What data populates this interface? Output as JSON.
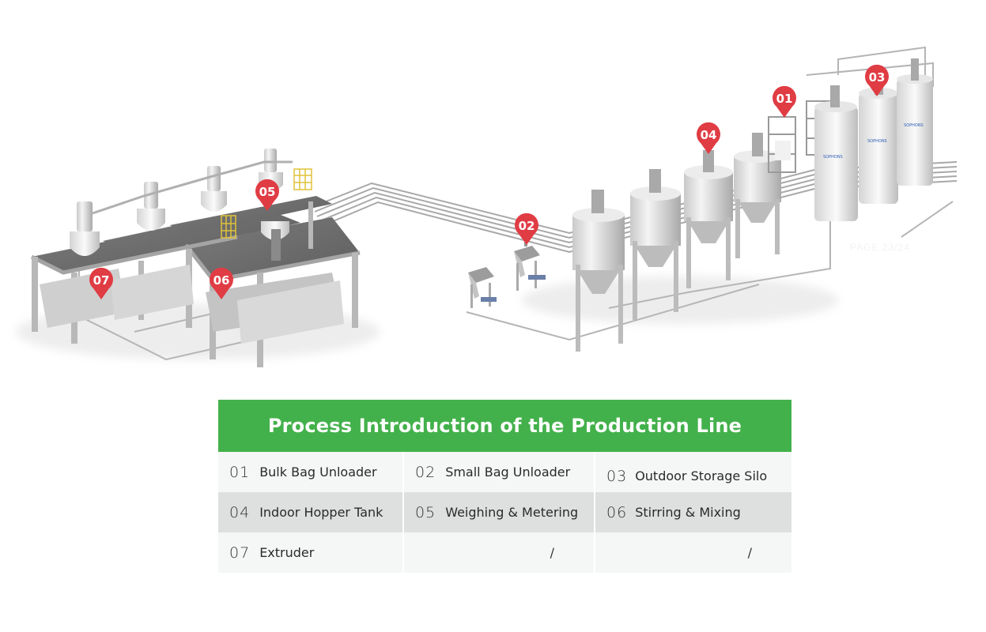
{
  "watermark": "PAGE 23/24",
  "brand_text": "SOPHONS",
  "colors": {
    "header_green": "#43b14b",
    "marker_red": "#e03c44",
    "row_light": "#f5f6f6",
    "row_dark": "#dedfdf"
  },
  "illustration": {
    "markers": [
      {
        "id": "01",
        "label": "01"
      },
      {
        "id": "02",
        "label": "02"
      },
      {
        "id": "03",
        "label": "03"
      },
      {
        "id": "04",
        "label": "04"
      },
      {
        "id": "05",
        "label": "05"
      },
      {
        "id": "06",
        "label": "06"
      },
      {
        "id": "07",
        "label": "07"
      }
    ]
  },
  "table": {
    "title": "Process Introduction of the Production Line",
    "rows": [
      [
        {
          "num": "01",
          "label": "Bulk Bag Unloader"
        },
        {
          "num": "02",
          "label": "Small Bag Unloader"
        },
        {
          "num": "03",
          "label": "Outdoor Storage Silo"
        }
      ],
      [
        {
          "num": "04",
          "label": "Indoor Hopper Tank"
        },
        {
          "num": "05",
          "label": "Weighing & Metering"
        },
        {
          "num": "06",
          "label": "Stirring & Mixing"
        }
      ],
      [
        {
          "num": "07",
          "label": "Extruder"
        },
        {
          "num": "",
          "label": "/"
        },
        {
          "num": "",
          "label": "/"
        }
      ]
    ]
  }
}
